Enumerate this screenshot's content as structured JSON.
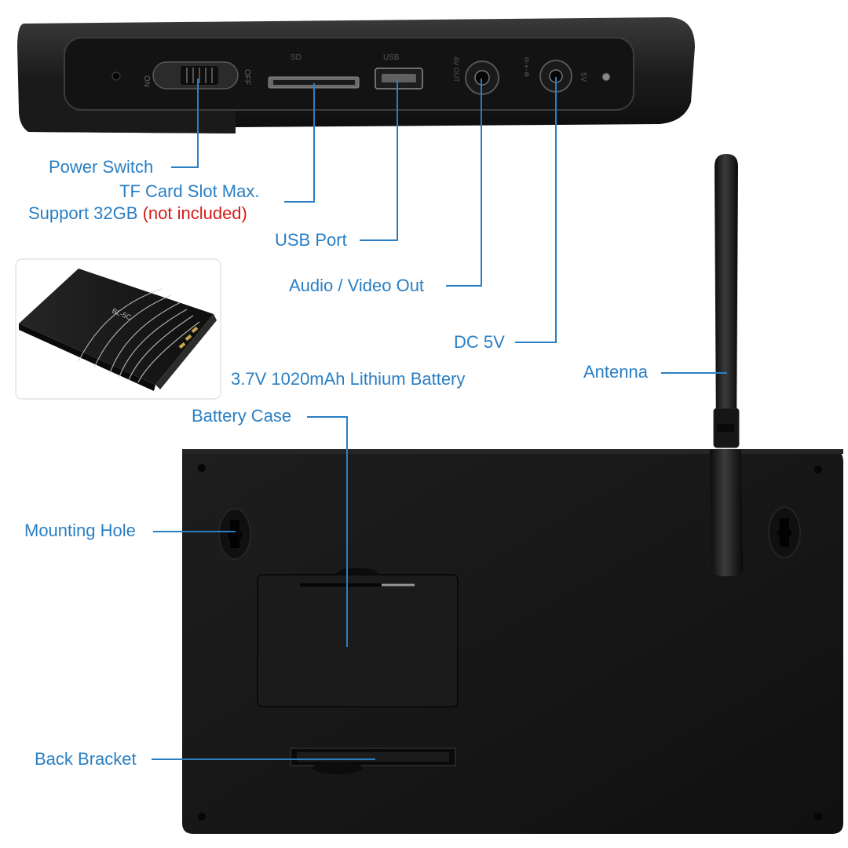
{
  "labels": {
    "power_switch": "Power Switch",
    "tf_card_line1": "TF Card Slot Max.",
    "tf_card_line2": "Support 32GB",
    "tf_card_note": "(not included)",
    "usb_port": "USB Port",
    "av_out": "Audio / Video Out",
    "dc_5v": "DC 5V",
    "battery": "3.7V 1020mAh Lithium Battery",
    "antenna": "Antenna",
    "battery_case": "Battery Case",
    "mounting_hole": "Mounting Hole",
    "back_bracket": "Back Bracket"
  },
  "device_markings": {
    "on": "ON",
    "off": "OFF",
    "sd": "SD",
    "usb": "USB",
    "av": "AV OUT",
    "dc": "5V",
    "battery_model": "BL-5C"
  },
  "colors": {
    "label_blue": "#2a7fc4",
    "note_red": "#d4201c",
    "device_black": "#161616"
  }
}
